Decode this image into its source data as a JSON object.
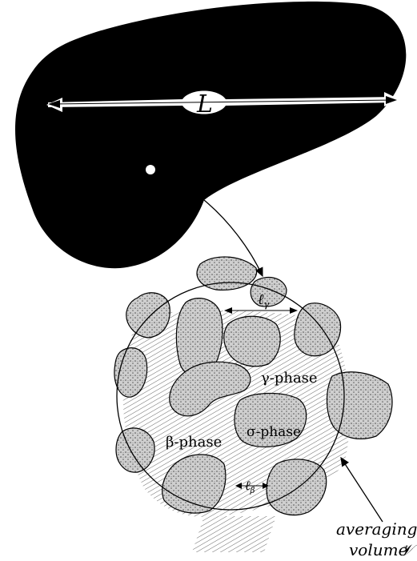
{
  "labels": {
    "length_scale": "L",
    "gamma_phase": "γ-phase",
    "sigma_phase": "σ-phase",
    "beta_phase": "β-phase",
    "ell_gamma_main": "ℓ",
    "ell_gamma_sub": "γ",
    "ell_beta_main": "ℓ",
    "ell_beta_sub": "β",
    "averaging_line1": "averaging",
    "averaging_line2": "volume",
    "volume_symbol": "𝒱"
  },
  "colors": {
    "region_fill": "#000000",
    "particle_fill": "#d2d2d2",
    "stroke": "#000000",
    "background": "#ffffff"
  }
}
